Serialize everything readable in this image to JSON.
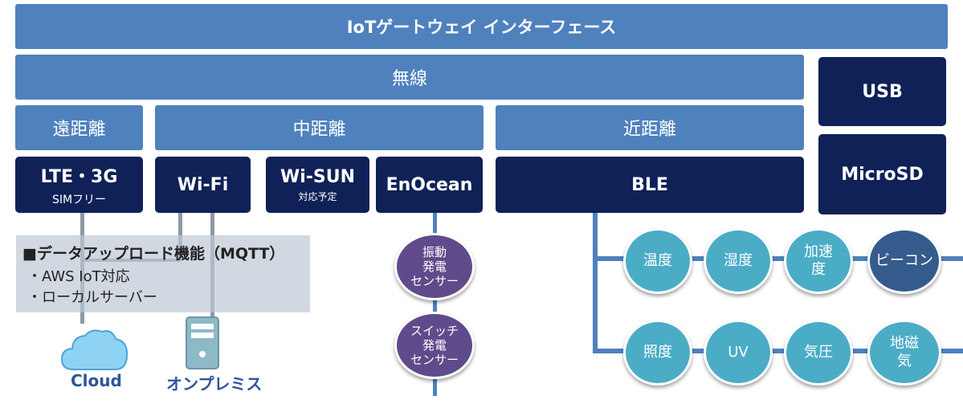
{
  "header": {
    "title": "IoTゲートウェイ インターフェース"
  },
  "wireless": {
    "label": "無線"
  },
  "ranges": {
    "long": "遠距離",
    "mid": "中距離",
    "near": "近距離"
  },
  "modules": {
    "lte": {
      "label": "LTE・3G",
      "sub": "SIMフリー"
    },
    "wifi": {
      "label": "Wi-Fi"
    },
    "wisun": {
      "label": "Wi-SUN",
      "sub": "対応予定"
    },
    "enocean": {
      "label": "EnOcean"
    },
    "ble": {
      "label": "BLE"
    },
    "usb": {
      "label": "USB"
    },
    "microsd": {
      "label": "MicroSD"
    }
  },
  "feature_box": {
    "title": "■データアップロード機能（MQTT）",
    "items": [
      "・AWS IoT対応",
      "・ローカルサーバー"
    ]
  },
  "targets": {
    "cloud": "Cloud",
    "onpremise": "オンプレミス"
  },
  "enocean_sensors": [
    "振動\n発電\nセンサー",
    "スイッチ\n発電\nセンサー"
  ],
  "ble_sensors": {
    "row1": [
      "温度",
      "湿度",
      "加速\n度",
      "ビーコン"
    ],
    "row2": [
      "照度",
      "UV",
      "気圧",
      "地磁\n気"
    ]
  },
  "colors": {
    "light_blue": "#4f81bd",
    "navy": "#0f2157",
    "teal": "#4bacc6",
    "purple": "#5f4b8b",
    "cloud": "#8fd3f4"
  },
  "icons": [
    "cloud-icon",
    "server-icon"
  ]
}
